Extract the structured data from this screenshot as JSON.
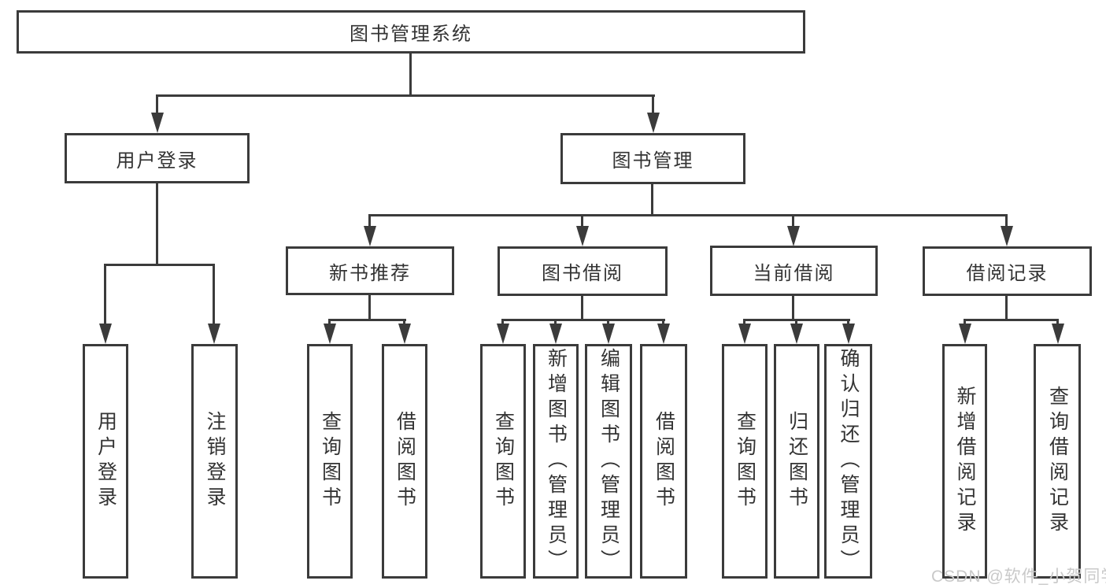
{
  "nodes": {
    "root": "图书管理系统",
    "level1": [
      "用户登录",
      "图书管理"
    ],
    "level2": [
      "新书推荐",
      "图书借阅",
      "当前借阅",
      "借阅记录"
    ],
    "login_children": [
      "用户登录",
      "注销登录"
    ],
    "recommend_children": [
      "查询图书",
      "借阅图书"
    ],
    "borrow_children": [
      "查询图书",
      "新增图书（管理员）",
      "编辑图书（管理员）",
      "借阅图书"
    ],
    "current_children": [
      "查询图书",
      "归还图书",
      "确认归还（管理员）"
    ],
    "record_children": [
      "新增借阅记录",
      "查询借阅记录"
    ]
  },
  "watermark": {
    "text": "CSDN @软件_小贺同学"
  },
  "colors": {
    "line": "#3b3b3b",
    "text": "#333333",
    "watermark": "#c9c9c9",
    "background": "#ffffff"
  }
}
